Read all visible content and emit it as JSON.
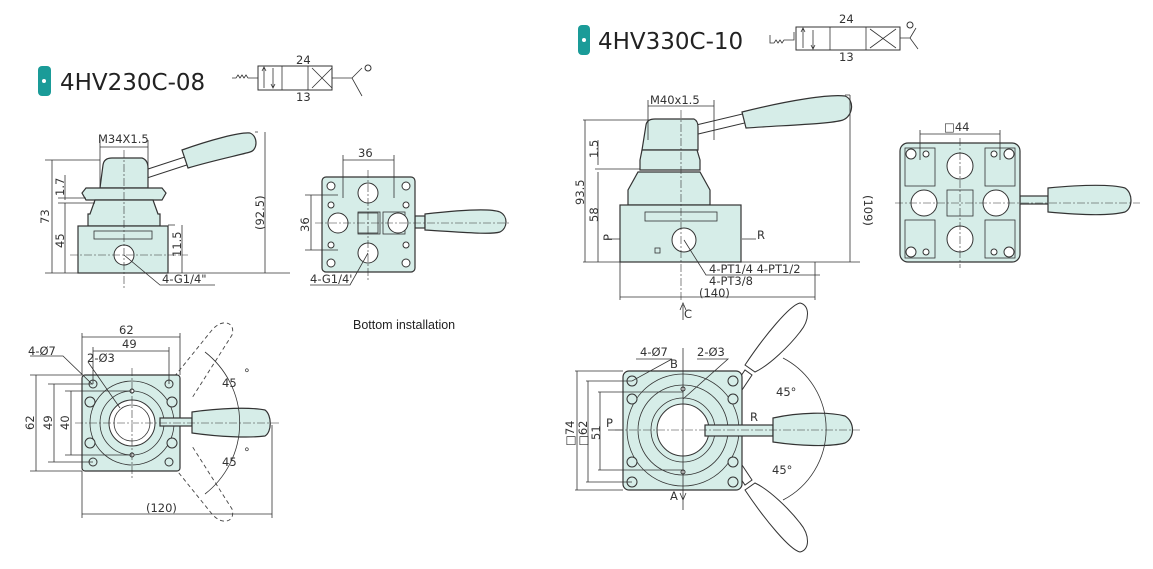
{
  "models": [
    {
      "title": "4HV230C-08",
      "symbol": {
        "top_ports": "24",
        "bottom_ports": "13"
      },
      "side_view": {
        "thread": "M34X1.5",
        "height_total": "73",
        "height_body": "45",
        "nut_height": "1.7",
        "port_height": "11.5",
        "overall_height": "(92.5)",
        "port_label": "4-G1/4\""
      },
      "bottom_view": {
        "pitch_h": "36",
        "pitch_v": "36",
        "port_label": "4-G1/4'",
        "caption": "Bottom installation"
      },
      "top_view": {
        "width": "62",
        "hole_pitch": "49",
        "mount_holes": "4-Ø7",
        "pin_holes": "2-Ø3",
        "height": "62",
        "hole_pitch_v": "49",
        "inner": "40",
        "angle_up": "45",
        "angle_down": "45",
        "deg": "°",
        "overall_length": "(120)"
      }
    },
    {
      "title": "4HV330C-10",
      "symbol": {
        "top_ports": "24",
        "bottom_ports": "13"
      },
      "side_view": {
        "thread": "M40x1.5",
        "height_total": "93.5",
        "nut_height": "1.5",
        "height_body": "58",
        "overall_height": "(109)",
        "port_p": "P",
        "port_r": "R",
        "port_label_1": "4-PT1/4 4-PT1/2",
        "port_label_2": "4-PT3/8",
        "overall_length": "(140)"
      },
      "bottom_view": {
        "pitch": "□44"
      },
      "top_view": {
        "arrow_c": "C",
        "mount_holes": "4-Ø7",
        "pin_holes": "2-Ø3",
        "port_b": "B",
        "port_a": "A",
        "port_p": "P",
        "port_r": "R",
        "outer": "□74",
        "inner": "□62",
        "hole_pitch": "51",
        "angle_up": "45°",
        "angle_down": "45°"
      }
    }
  ]
}
